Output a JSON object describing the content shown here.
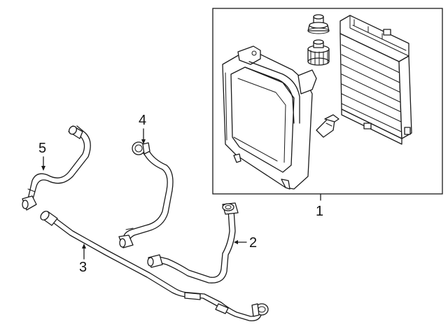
{
  "diagram": {
    "callouts": [
      {
        "id": "1",
        "label": "1"
      },
      {
        "id": "2",
        "label": "2"
      },
      {
        "id": "3",
        "label": "3"
      },
      {
        "id": "4",
        "label": "4"
      },
      {
        "id": "5",
        "label": "5"
      }
    ]
  },
  "icons": {
    "radiator": "radiator-icon",
    "shroud": "shroud-icon",
    "cap": "cap-icon",
    "fitting": "fitting-icon",
    "bracket": "bracket-icon"
  },
  "colors": {
    "line": "#1a1a1a",
    "shade": "#cfcfcf",
    "background": "#ffffff"
  }
}
